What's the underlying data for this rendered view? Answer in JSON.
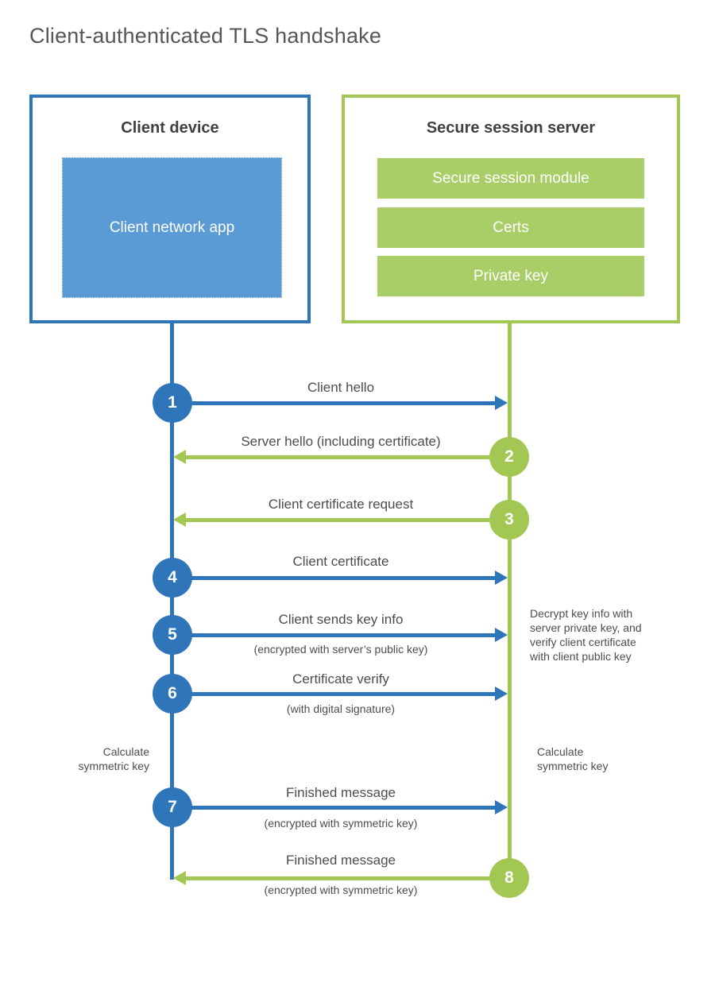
{
  "title": "Client-authenticated TLS handshake",
  "colors": {
    "blue": "#2e76b9",
    "blue_fill": "#5b9bd5",
    "green": "#a3c753",
    "green_fill": "#a9ce67",
    "text_dark": "#3f4044",
    "text_gray": "#4b4c4e"
  },
  "client": {
    "title": "Client device",
    "app_label": "Client network app"
  },
  "server": {
    "title": "Secure session server",
    "modules": [
      "Secure session module",
      "Certs",
      "Private key"
    ]
  },
  "steps": [
    {
      "num": "1",
      "label": "Client hello",
      "direction": "client-to-server",
      "color": "blue"
    },
    {
      "num": "2",
      "label": "Server hello (including certificate)",
      "direction": "server-to-client",
      "color": "green"
    },
    {
      "num": "3",
      "label": "Client certificate request",
      "direction": "server-to-client",
      "color": "green"
    },
    {
      "num": "4",
      "label": "Client certificate",
      "direction": "client-to-server",
      "color": "blue"
    },
    {
      "num": "5",
      "label": "Client sends key info",
      "sub": "(encrypted with server’s public key)",
      "direction": "client-to-server",
      "color": "blue"
    },
    {
      "num": "6",
      "label": "Certificate verify",
      "sub": "(with digital signature)",
      "direction": "client-to-server",
      "color": "blue"
    },
    {
      "num": "7",
      "label": "Finished message",
      "sub": "(encrypted with symmetric key)",
      "direction": "client-to-server",
      "color": "blue"
    },
    {
      "num": "8",
      "label": "Finished message",
      "sub": "(encrypted with symmetric key)",
      "direction": "server-to-client",
      "color": "green"
    }
  ],
  "notes": {
    "client_calculate": "Calculate\nsymmetric key",
    "server_calculate": "Calculate\nsymmetric key",
    "server_decrypt": "Decrypt key info with\nserver private key, and\nverify client certificate\nwith client public key"
  }
}
